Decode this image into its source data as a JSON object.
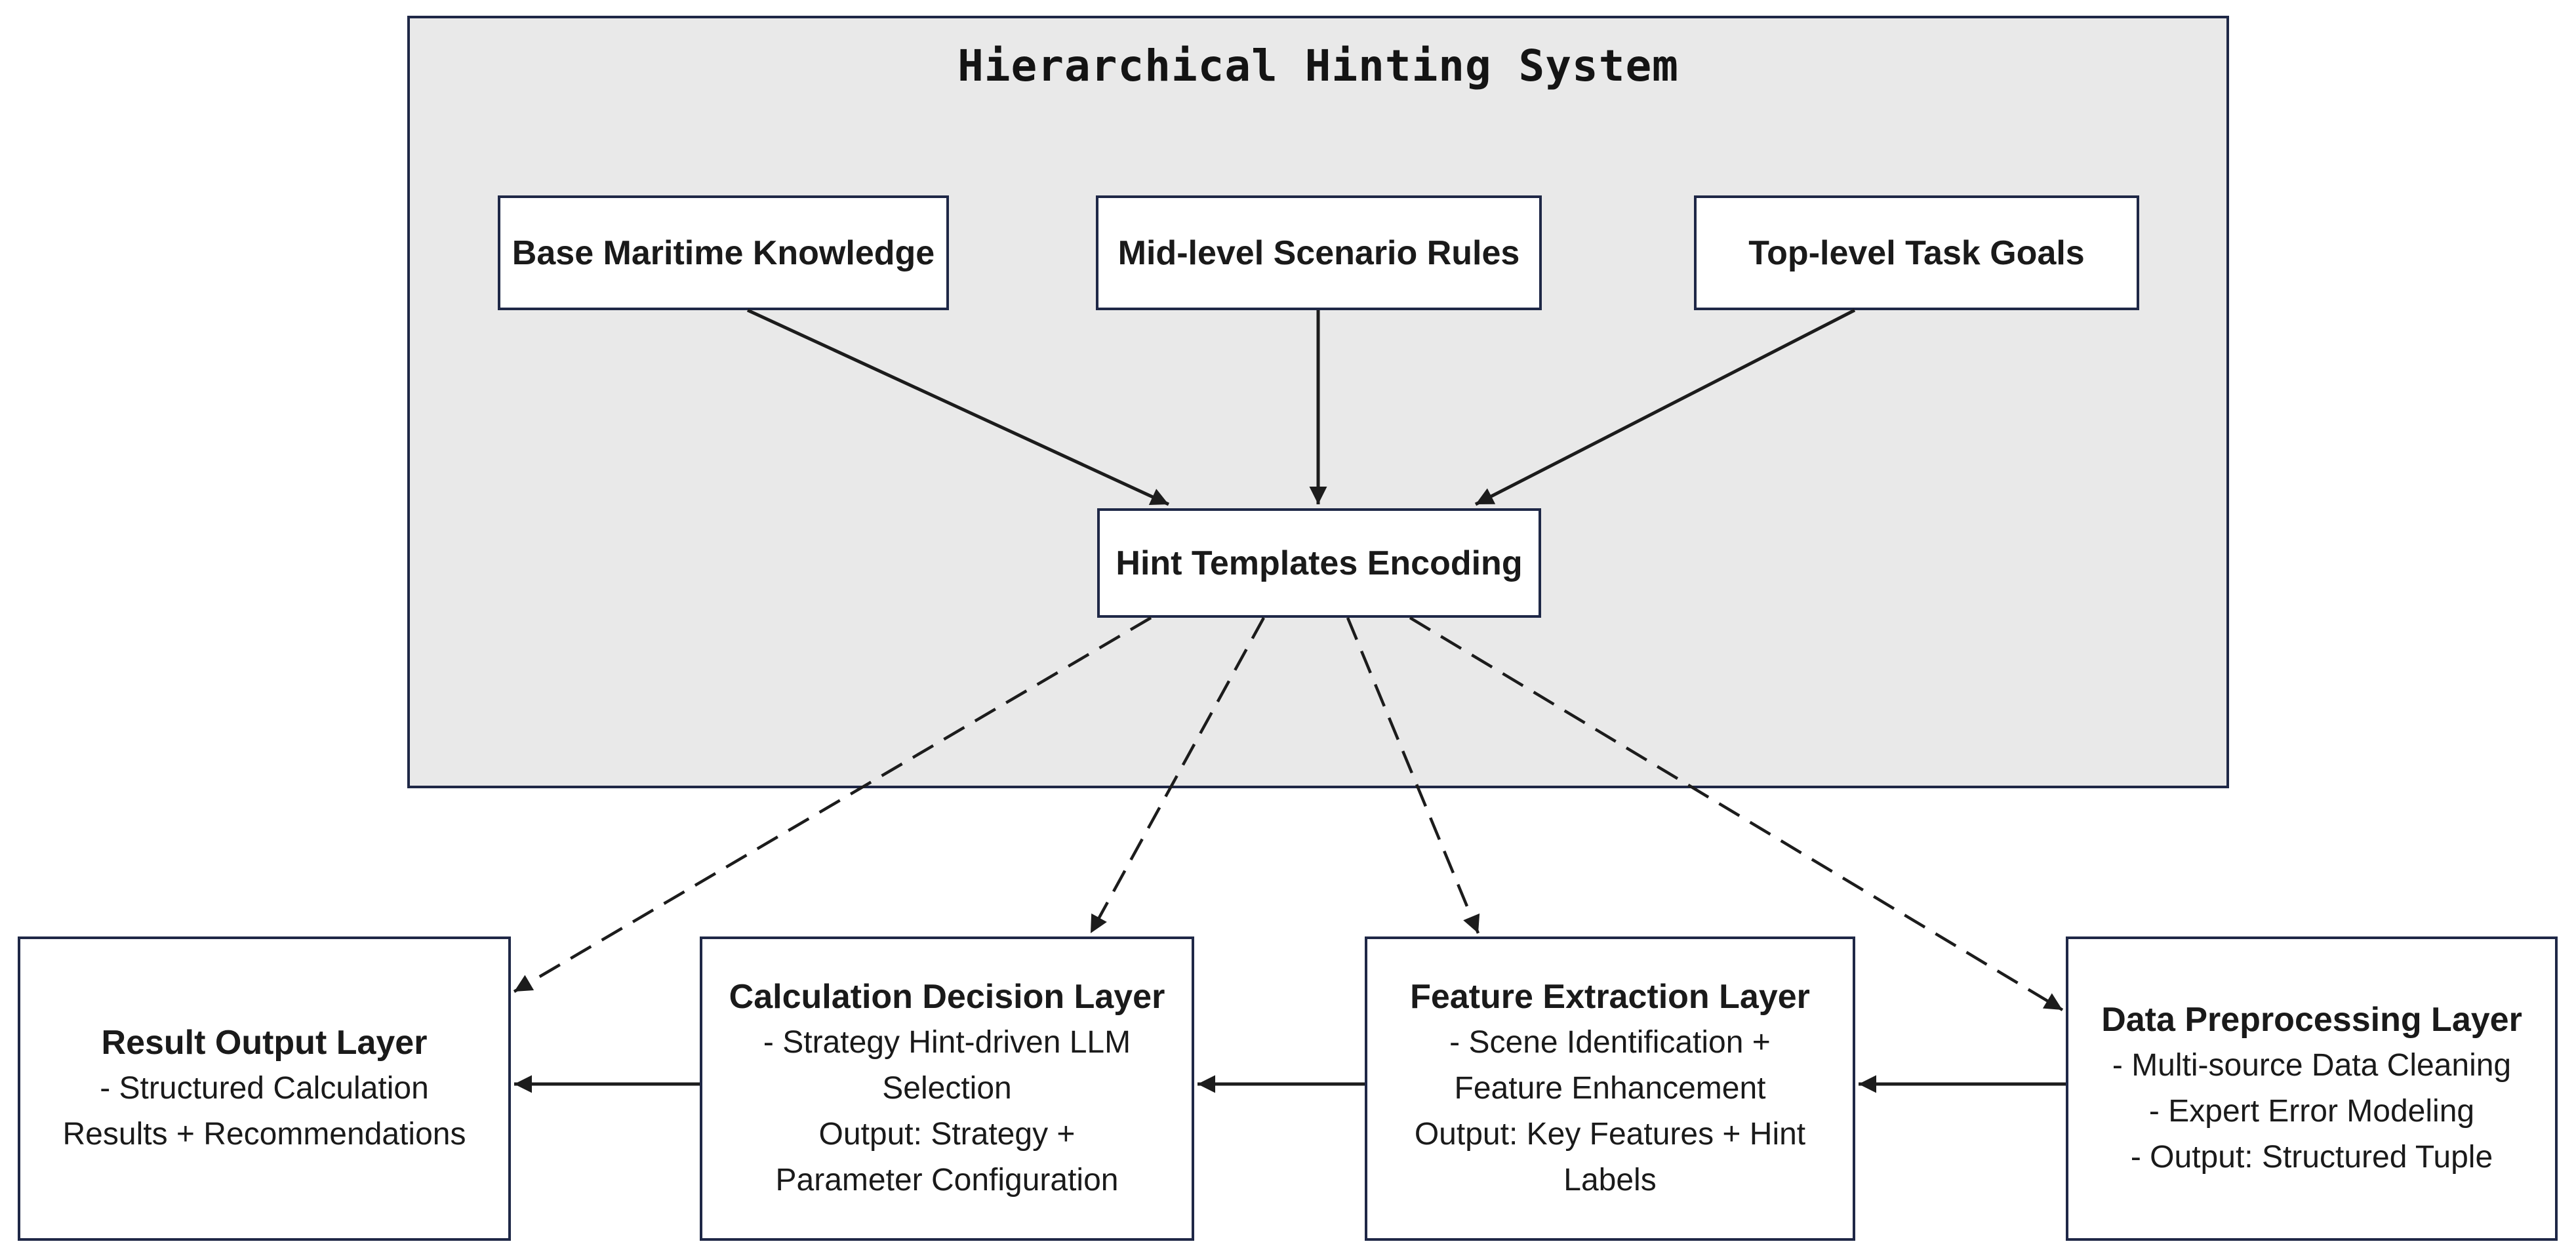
{
  "colors": {
    "page_background": "#ffffff",
    "container_fill": "#e9e9e9",
    "border_navy": "#1f2847",
    "node_fill": "#ffffff",
    "arrow_black": "#1c1c1c",
    "text": "#1a1a1a"
  },
  "diagram": {
    "title": "Hierarchical Hinting System",
    "knowledge_nodes": [
      {
        "label": "Base Maritime Knowledge"
      },
      {
        "label": "Mid-level Scenario Rules"
      },
      {
        "label": "Top-level Task Goals"
      }
    ],
    "encoder_node": {
      "label": "Hint Templates Encoding"
    },
    "pipeline_nodes": [
      {
        "title": "Result Output Layer",
        "lines": [
          "- Structured Calculation",
          "Results + Recommendations"
        ]
      },
      {
        "title": "Calculation Decision Layer",
        "lines": [
          "- Strategy Hint-driven LLM",
          "Selection",
          "Output: Strategy +",
          "Parameter Configuration"
        ]
      },
      {
        "title": "Feature Extraction Layer",
        "lines": [
          "- Scene Identification +",
          "Feature Enhancement",
          "Output: Key Features + Hint",
          "Labels"
        ]
      },
      {
        "title": "Data Preprocessing Layer",
        "lines": [
          "- Multi-source Data Cleaning",
          "- Expert Error Modeling",
          "- Output: Structured Tuple"
        ]
      }
    ]
  }
}
